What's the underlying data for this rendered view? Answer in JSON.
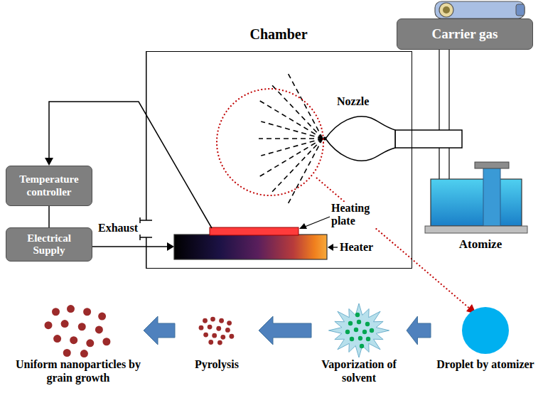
{
  "diagram": {
    "nodes": [
      {
        "text": [
          "Chamber"
        ]
      },
      {
        "text": [
          "Carrier gas"
        ]
      },
      {
        "text": [
          "Temperature controller"
        ]
      },
      {
        "text": [
          "Electrical Supply"
        ]
      },
      {
        "text": [
          "Uniform nanoparticles by grain growth"
        ]
      },
      {
        "text": [
          "Pyrolysis"
        ]
      },
      {
        "text": [
          "Vaporization of solvent"
        ]
      },
      {
        "text": [
          "Droplet by atomizer"
        ]
      }
    ],
    "edges": [
      {
        "from": 2,
        "to": 3,
        "arrow": "none"
      },
      {
        "from": 7,
        "to": 6,
        "arrow": "to"
      },
      {
        "from": 6,
        "to": 5,
        "arrow": "to"
      },
      {
        "from": 5,
        "to": 4,
        "arrow": "to"
      }
    ],
    "labels": [
      "Nozzle",
      "Heating plate",
      "Heater",
      "Exhaust",
      "Atomize"
    ]
  }
}
